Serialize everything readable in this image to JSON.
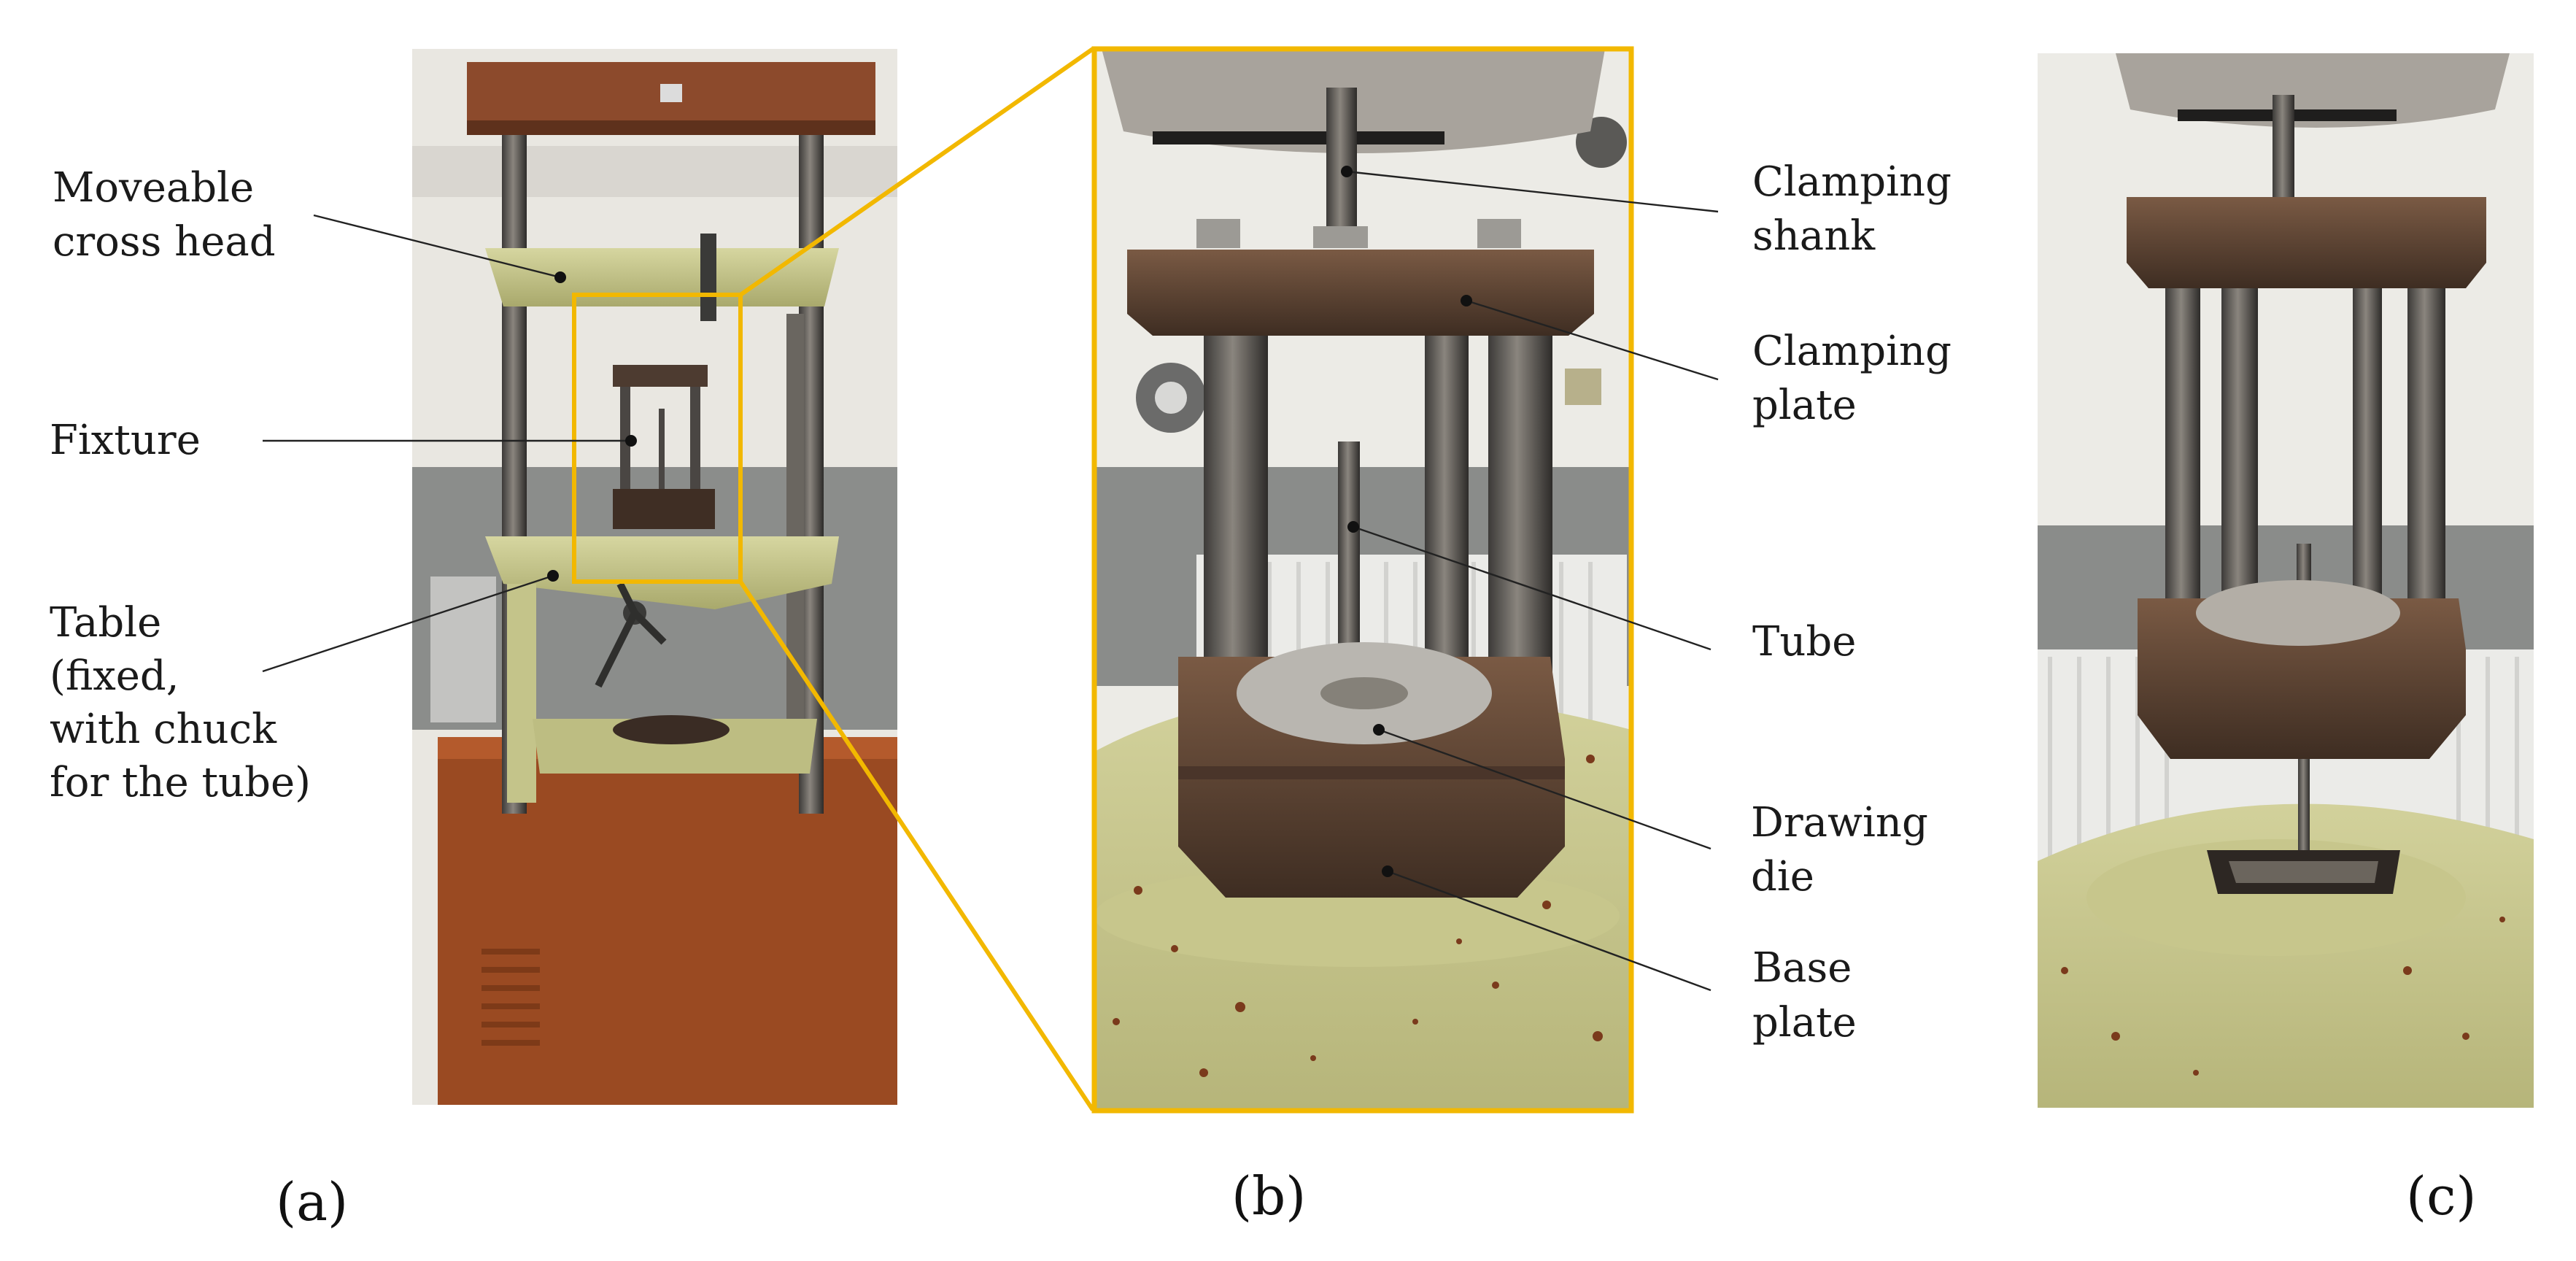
{
  "panels": {
    "a": {
      "label": "(a)",
      "letter": "a"
    },
    "b": {
      "label": "(b)",
      "letter": "b"
    },
    "c": {
      "label": "(c)",
      "letter": "c"
    }
  },
  "labels_a": {
    "moveable_cross_head": [
      "Moveable",
      "cross head"
    ],
    "fixture": [
      "Fixture"
    ],
    "table": [
      "Table",
      "(fixed,",
      "with chuck",
      "for the tube)"
    ]
  },
  "labels_b": {
    "clamping_shank": [
      "Clamping",
      "shank"
    ],
    "clamping_plate": [
      "Clamping",
      "plate"
    ],
    "tube": [
      "Tube"
    ],
    "drawing_die": [
      "Drawing",
      "die"
    ],
    "base_plate": [
      "Base",
      "plate"
    ]
  },
  "colors": {
    "highlight_frame": "#f2b800",
    "machine_green": "#c9c98a",
    "cabinet_rust": "#9a4a22",
    "steel": "#5b4a3c",
    "wall": "#ece9e2",
    "wall_grey": "#8a8c8a"
  }
}
